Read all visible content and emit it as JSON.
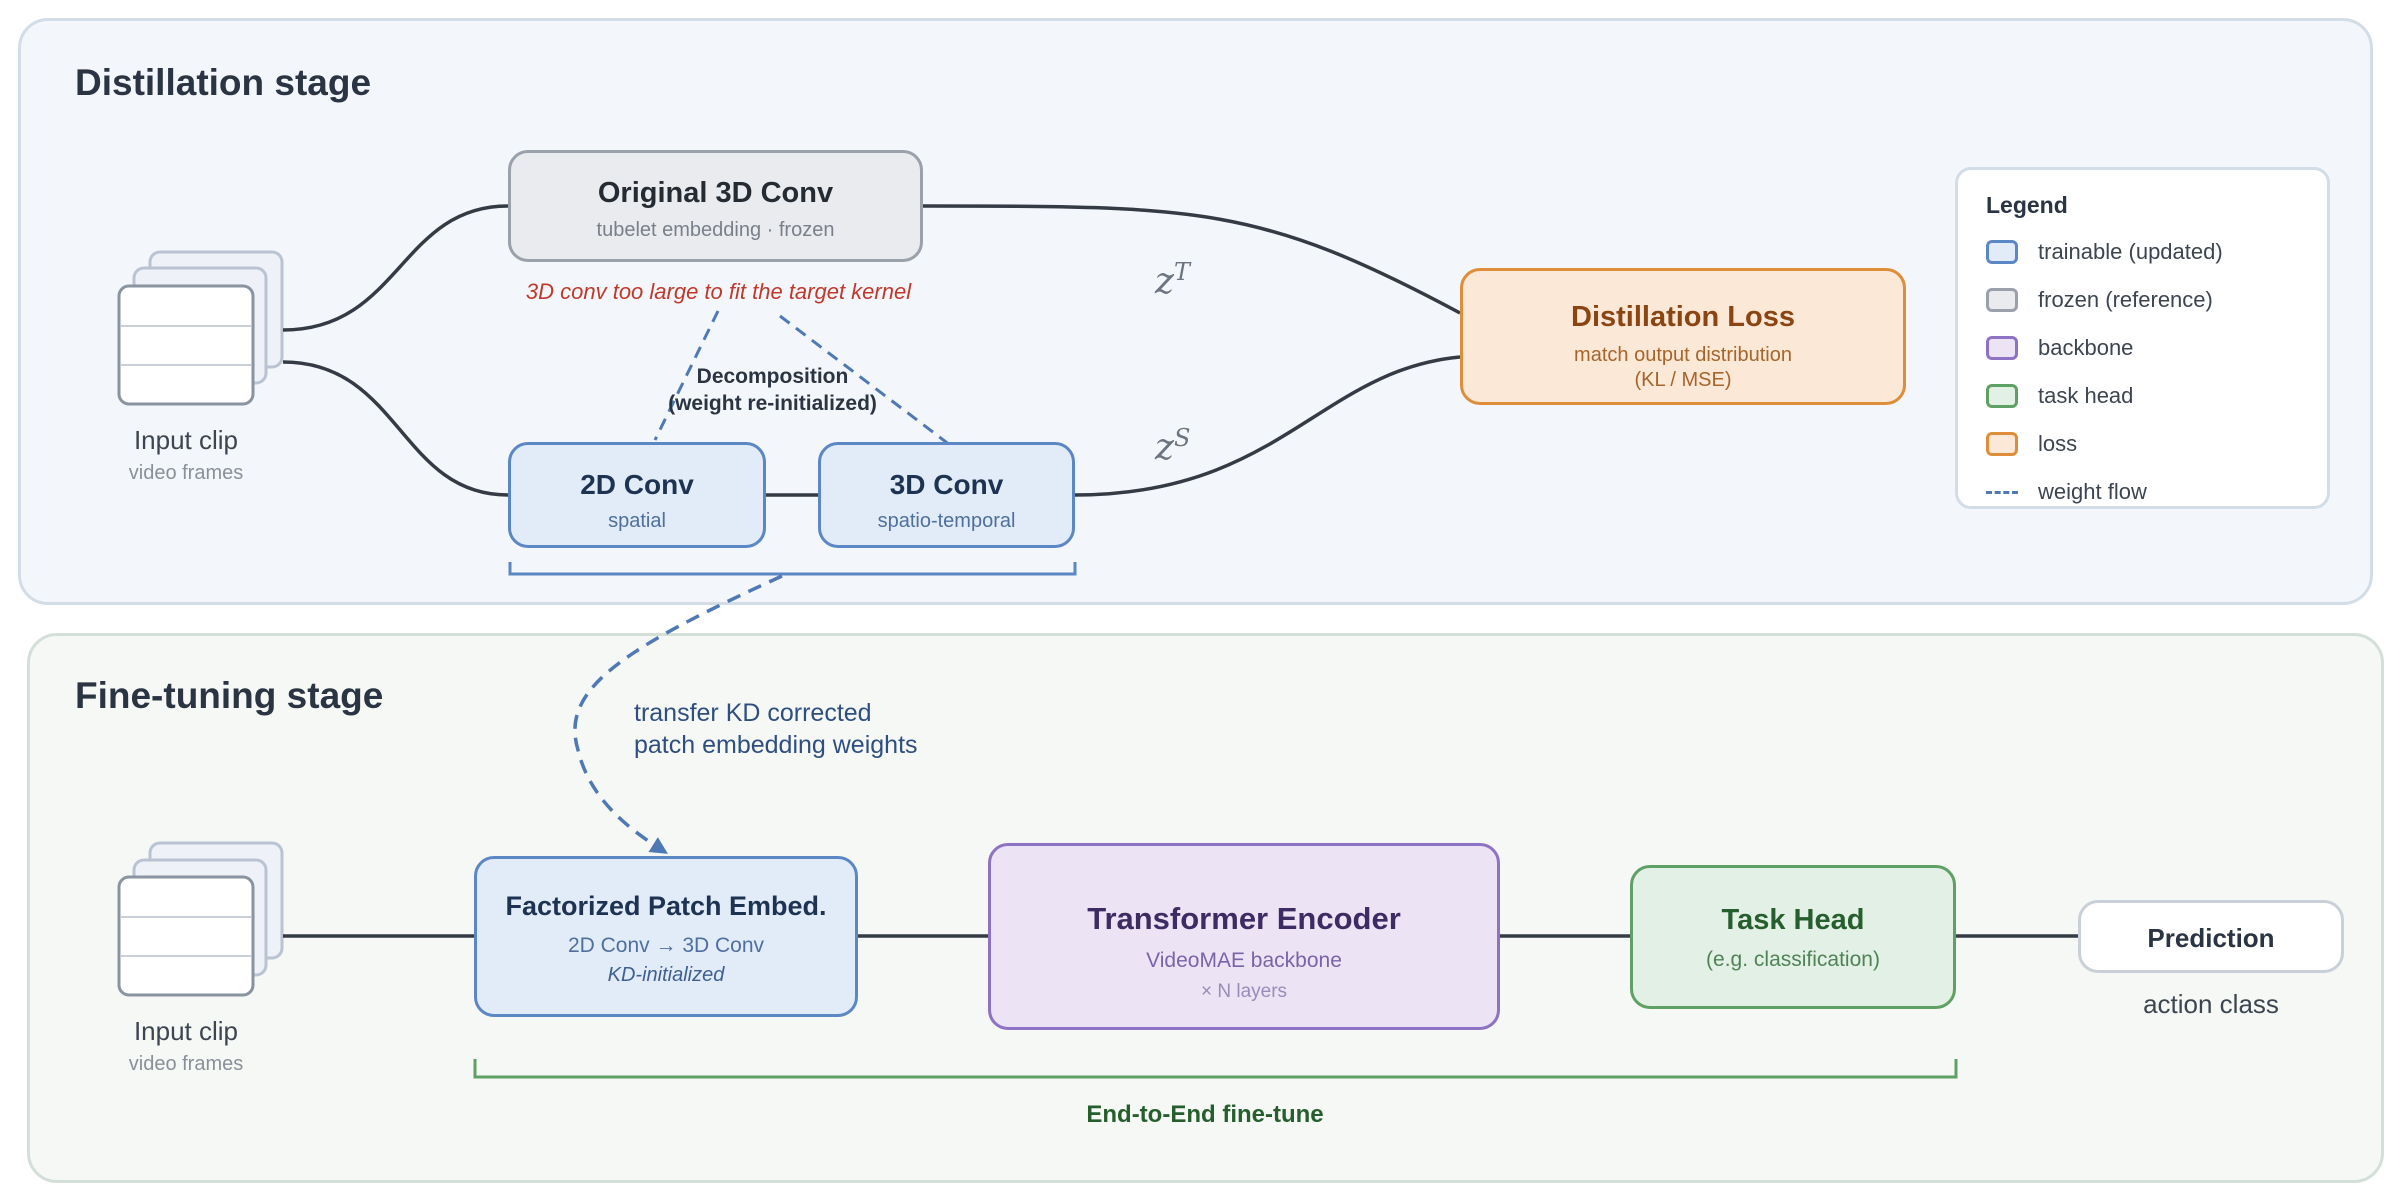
{
  "distillation": {
    "title": "Distillation stage",
    "input_clip": {
      "label": "Input clip",
      "sublabel": "video frames"
    },
    "original_conv": {
      "title": "Original 3D Conv",
      "subtitle": "tubelet embedding · frozen"
    },
    "warning": "3D conv too large to fit the target kernel",
    "decomposition": {
      "line1": "Decomposition",
      "line2": "(weight re-initialized)"
    },
    "conv2d": {
      "title": "2D Conv",
      "subtitle": "spatial"
    },
    "conv3d": {
      "title": "3D Conv",
      "subtitle": "spatio-temporal"
    },
    "z_teacher": {
      "base": "z",
      "sup": "T"
    },
    "z_student": {
      "base": "z",
      "sup": "S"
    },
    "loss": {
      "title": "Distillation Loss",
      "line1": "match output distribution",
      "line2": "(KL / MSE)"
    }
  },
  "legend": {
    "title": "Legend",
    "items": [
      {
        "label": "trainable (updated)",
        "fill": "#e2ecf8",
        "stroke": "#5b87c4"
      },
      {
        "label": "frozen (reference)",
        "fill": "#e9ebee",
        "stroke": "#9aa1aa"
      },
      {
        "label": "backbone",
        "fill": "#ece4f5",
        "stroke": "#8e72c4"
      },
      {
        "label": "task head",
        "fill": "#e3f0e5",
        "stroke": "#5fa065"
      },
      {
        "label": "loss",
        "fill": "#fce8d6",
        "stroke": "#de8e3a"
      },
      {
        "label": "weight flow",
        "dashed": true,
        "stroke": "#4f79b5"
      }
    ]
  },
  "transfer": {
    "line1": "transfer KD corrected",
    "line2": "patch embedding weights"
  },
  "finetune": {
    "title": "Fine-tuning stage",
    "input_clip": {
      "label": "Input clip",
      "sublabel": "video frames"
    },
    "patch_embed": {
      "title": "Factorized Patch Embed.",
      "subtitle": "2D Conv → 3D Conv",
      "note": "KD-initialized"
    },
    "encoder": {
      "title": "Transformer Encoder",
      "subtitle": "VideoMAE backbone",
      "layers": "× N layers"
    },
    "task_head": {
      "title": "Task Head",
      "subtitle": "(e.g. classification)"
    },
    "prediction": {
      "title": "Prediction",
      "sublabel": "action class"
    },
    "bracket_label": "End-to-End fine-tune"
  }
}
